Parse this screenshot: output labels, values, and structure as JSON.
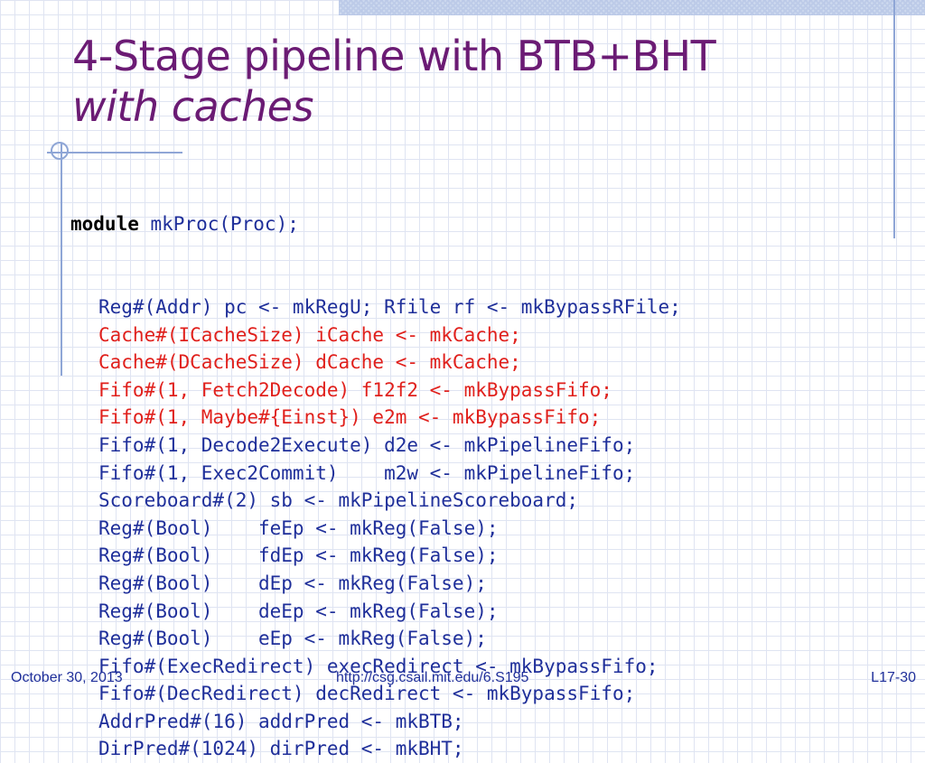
{
  "title": {
    "line1": "4-Stage pipeline with BTB+BHT",
    "line2": "with caches"
  },
  "code": {
    "keyword": "module",
    "header": " mkProc(Proc);",
    "lines": [
      {
        "text": "Reg#(Addr) pc <- mkRegU; Rfile rf <- mkBypassRFile;",
        "color": "#1f2f9a"
      },
      {
        "text": "Cache#(ICacheSize) iCache <- mkCache;",
        "color": "#e0201c"
      },
      {
        "text": "Cache#(DCacheSize) dCache <- mkCache;",
        "color": "#e0201c"
      },
      {
        "text": "Fifo#(1, Fetch2Decode) f12f2 <- mkBypassFifo;",
        "color": "#e0201c"
      },
      {
        "text": "Fifo#(1, Maybe#{Einst}) e2m <- mkBypassFifo;",
        "color": "#e0201c"
      },
      {
        "text": "Fifo#(1, Decode2Execute) d2e <- mkPipelineFifo;",
        "color": "#1f2f9a"
      },
      {
        "text": "Fifo#(1, Exec2Commit)    m2w <- mkPipelineFifo;",
        "color": "#1f2f9a"
      },
      {
        "text": "Scoreboard#(2) sb <- mkPipelineScoreboard;",
        "color": "#1f2f9a"
      },
      {
        "text": "Reg#(Bool)    feEp <- mkReg(False);",
        "color": "#1f2f9a"
      },
      {
        "text": "Reg#(Bool)    fdEp <- mkReg(False);",
        "color": "#1f2f9a"
      },
      {
        "text": "Reg#(Bool)    dEp <- mkReg(False);",
        "color": "#1f2f9a"
      },
      {
        "text": "Reg#(Bool)    deEp <- mkReg(False);",
        "color": "#1f2f9a"
      },
      {
        "text": "Reg#(Bool)    eEp <- mkReg(False);",
        "color": "#1f2f9a"
      },
      {
        "text": "Fifo#(ExecRedirect) execRedirect <- mkBypassFifo;",
        "color": "#1f2f9a"
      },
      {
        "text": "Fifo#(DecRedirect) decRedirect <- mkBypassFifo;",
        "color": "#1f2f9a"
      },
      {
        "text": "AddrPred#(16) addrPred <- mkBTB;",
        "color": "#1f2f9a"
      },
      {
        "text": "DirPred#(1024) dirPred <- mkBHT;",
        "color": "#1f2f9a"
      }
    ]
  },
  "footer": {
    "date": "October 30, 2013",
    "url": "http://csg.csail.mit.edu/6.S195",
    "slide_number": "L17-30"
  }
}
